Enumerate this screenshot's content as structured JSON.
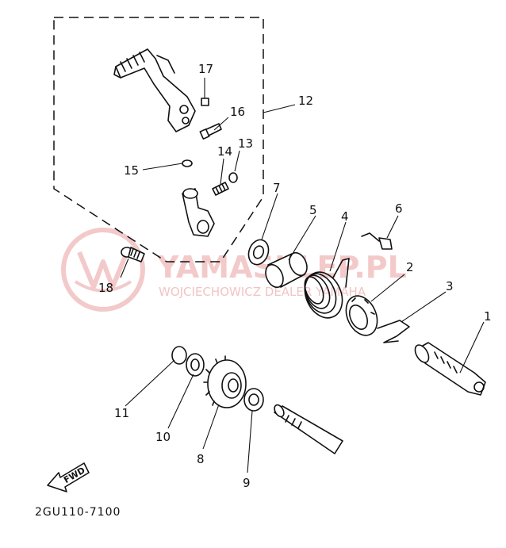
{
  "diagram": {
    "drawing_code": "2GU110-7100",
    "fwd_label": "FWD",
    "watermark": {
      "brand": "YAMASKLEP.PL",
      "tagline": "WOJCIECHOWICZ DEALER YAMAHA",
      "colors": {
        "watermark": "#f3c9c9",
        "ink": "#111111"
      }
    },
    "callouts": [
      {
        "id": "1",
        "label": "1"
      },
      {
        "id": "2",
        "label": "2"
      },
      {
        "id": "3",
        "label": "3"
      },
      {
        "id": "4",
        "label": "4"
      },
      {
        "id": "5",
        "label": "5"
      },
      {
        "id": "6",
        "label": "6"
      },
      {
        "id": "7",
        "label": "7"
      },
      {
        "id": "8",
        "label": "8"
      },
      {
        "id": "9",
        "label": "9"
      },
      {
        "id": "10",
        "label": "10"
      },
      {
        "id": "11",
        "label": "11"
      },
      {
        "id": "12",
        "label": "12"
      },
      {
        "id": "13",
        "label": "13"
      },
      {
        "id": "14",
        "label": "14"
      },
      {
        "id": "15",
        "label": "15"
      },
      {
        "id": "16",
        "label": "16"
      },
      {
        "id": "17",
        "label": "17"
      },
      {
        "id": "18",
        "label": "18"
      }
    ]
  }
}
